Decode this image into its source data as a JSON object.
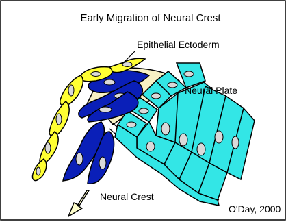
{
  "title": "Early Migration of Neural Crest",
  "labels": {
    "epithelial_ectoderm": "Epithelial Ectoderm",
    "neural_plate": "Neural Plate",
    "neural_crest": "Neural Crest"
  },
  "credit": "O'Day, 2000",
  "colors": {
    "ectoderm": "#ffff33",
    "neural_plate": "#33e6e6",
    "neural_crest": "#0a1fb8",
    "basement": "#f7f1c4",
    "arrow": "#ffffcc"
  }
}
